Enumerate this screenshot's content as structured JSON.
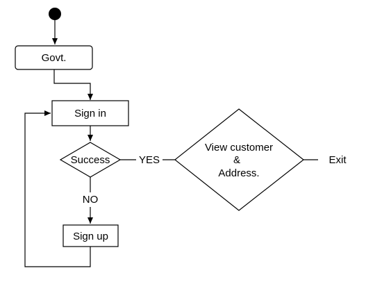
{
  "nodes": {
    "govt": "Govt.",
    "sign_in": "Sign in",
    "success": "Success",
    "view_line1": "View customer",
    "view_line2": "&",
    "view_line3": "Address.",
    "sign_up": "Sign up"
  },
  "labels": {
    "yes": "YES",
    "no": "NO",
    "exit": "Exit"
  },
  "colors": {
    "stroke": "#000000",
    "fill": "#ffffff"
  }
}
